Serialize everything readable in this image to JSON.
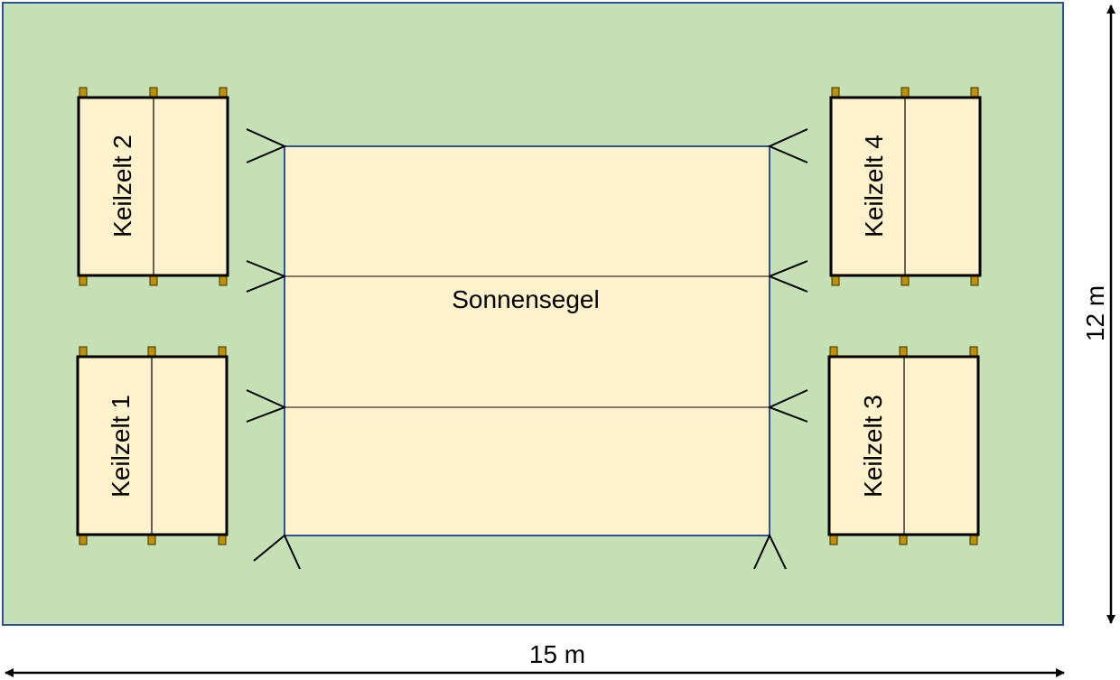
{
  "colors": {
    "ground": "#C5E0B4",
    "border": "#2F528F",
    "canvas": "#FFF2CC",
    "peg": "#BF9000"
  },
  "sail": {
    "label": "Sonnensegel"
  },
  "tents": [
    {
      "label": "Keilzelt 1"
    },
    {
      "label": "Keilzelt 2"
    },
    {
      "label": "Keilzelt 3"
    },
    {
      "label": "Keilzelt 4"
    }
  ],
  "dimensions": {
    "width": "15 m",
    "height": "12 m"
  }
}
